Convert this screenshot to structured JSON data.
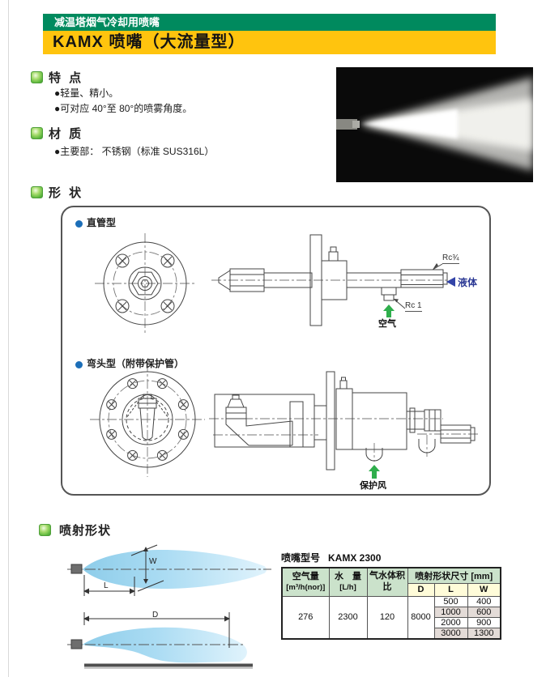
{
  "header": {
    "eyebrow": "减温塔烟气冷却用喷嘴",
    "title": "KAMX 喷嘴（大流量型）",
    "eyebrow_bg": "#008a5e",
    "title_bg": "#ffc40e"
  },
  "features": {
    "title": "特 点",
    "items": [
      "●轻量、精小。",
      "●可对应 40°至 80°的喷雾角度。"
    ]
  },
  "material": {
    "title": "材 质",
    "items": [
      "●主要部： 不锈钢（标准 SUS316L）"
    ]
  },
  "shape": {
    "title": "形 状",
    "straight_label": "直管型",
    "elbow_label": "弯头型（附带保护管）",
    "rc34": "Rc¾",
    "liquid": "液体",
    "rc1": "Rc 1",
    "air": "空气",
    "wind": "保护风"
  },
  "spray": {
    "title": "喷射形状",
    "dim_w": "W",
    "dim_l": "L",
    "dim_d": "D"
  },
  "table": {
    "caption_label": "喷嘴型号",
    "caption_model": "KAMX 2300",
    "h_air": "空气量",
    "h_air_unit": "[m³/h(nor)]",
    "h_water": "水　量",
    "h_water_unit": "[L/h]",
    "h_ratio": "气水体积比",
    "h_dims": "喷射形状尺寸 [mm]",
    "sub_d": "D",
    "sub_l": "L",
    "sub_w": "W",
    "air": "276",
    "water": "2300",
    "ratio": "120",
    "d": "8000",
    "rows": [
      {
        "l": "500",
        "w": "400"
      },
      {
        "l": "1000",
        "w": "600"
      },
      {
        "l": "2000",
        "w": "900"
      },
      {
        "l": "3000",
        "w": "1300"
      }
    ]
  }
}
